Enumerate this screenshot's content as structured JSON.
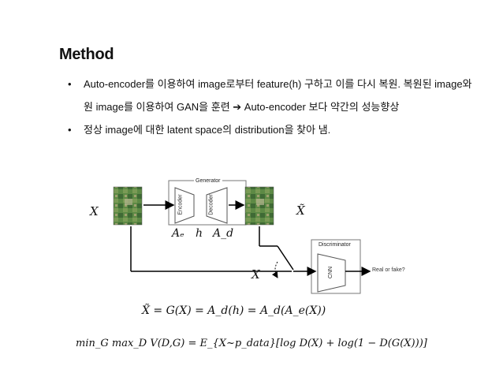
{
  "slide": {
    "title": "Method",
    "bullets": [
      {
        "marker": "•",
        "text": "Auto-encoder를 이용하여 image로부터 feature(h) 구하고 이를 다시 복원. 복원된 image와 원 image를 이용하여 GAN을 훈련 ➔ Auto-encoder 보다 약간의 성능향상"
      },
      {
        "marker": "•",
        "text": "정상 image에 대한 latent space의 distribution을 찾아 냄."
      }
    ]
  },
  "diagram": {
    "generator_label": "Generator",
    "encoder_label": "Encoder",
    "decoder_label": "Decoder",
    "discriminator_label": "Discriminator",
    "cnn_label": "CNN",
    "output_label": "Real or fake?",
    "input_symbol": "X",
    "recon_symbol": "X̃",
    "switch_symbol": "X",
    "encoder_symbol": "Aₑ",
    "latent_symbol": "h",
    "decoder_symbol": "A_d"
  },
  "equations": {
    "eq1": "X̃ = G(X) = A_d(h) = A_d(A_e(X))",
    "eq2": "min_G max_D V(D,G) = E_{X~p_data}[log D(X) + log(1 − D(G(X)))]"
  },
  "colors": {
    "accent_arrow": "#000000",
    "box_stroke": "#444444",
    "image_green": "#4d7a3a"
  }
}
